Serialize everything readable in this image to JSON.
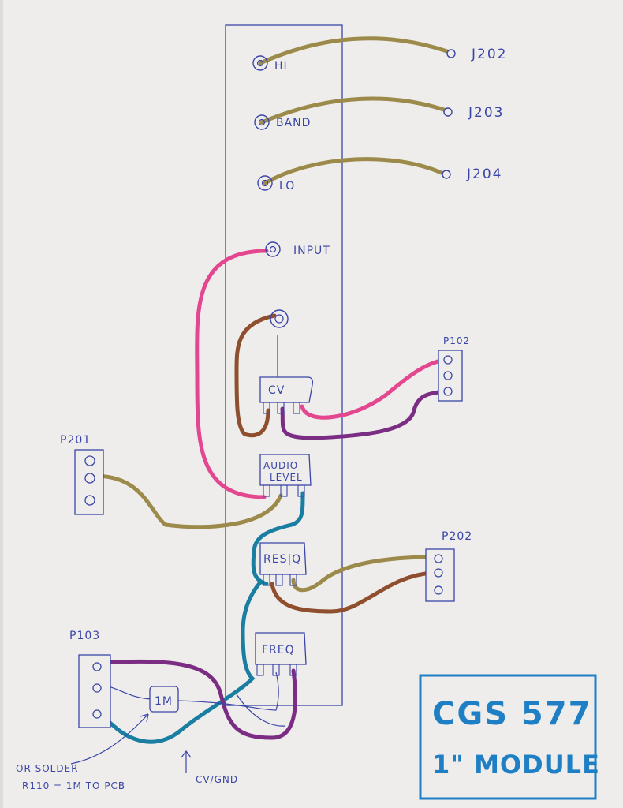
{
  "colors": {
    "paper": "#eeedeb",
    "pen": "#3a45a8",
    "wire_gold": "#9b8a4a",
    "wire_pink": "#e3478f",
    "wire_brown": "#8f4f2f",
    "wire_purple": "#7b2d84",
    "wire_teal": "#1a7ea2",
    "title_ink": "#1f7fc4"
  },
  "jacks": {
    "hi": "HI",
    "band": "BAND",
    "lo": "LO",
    "input": "INPUT"
  },
  "jack_targets": {
    "j202": "J202",
    "j203": "J203",
    "j204": "J204"
  },
  "pots": {
    "cv": "CV",
    "audio_level_1": "AUDIO",
    "audio_level_2": "LEVEL",
    "res_q": "RES|Q",
    "freq": "FREQ"
  },
  "headers": {
    "p102": "P102",
    "p201": "P201",
    "p202": "P202",
    "p103": "P103"
  },
  "resistor": "1M",
  "notes": {
    "solder_1": "OR SOLDER",
    "solder_2": "R110 = 1M TO PCB",
    "cv_gnd": "CV/GND"
  },
  "title": {
    "line1": "CGS 577",
    "line2": "1\" MODULE"
  }
}
